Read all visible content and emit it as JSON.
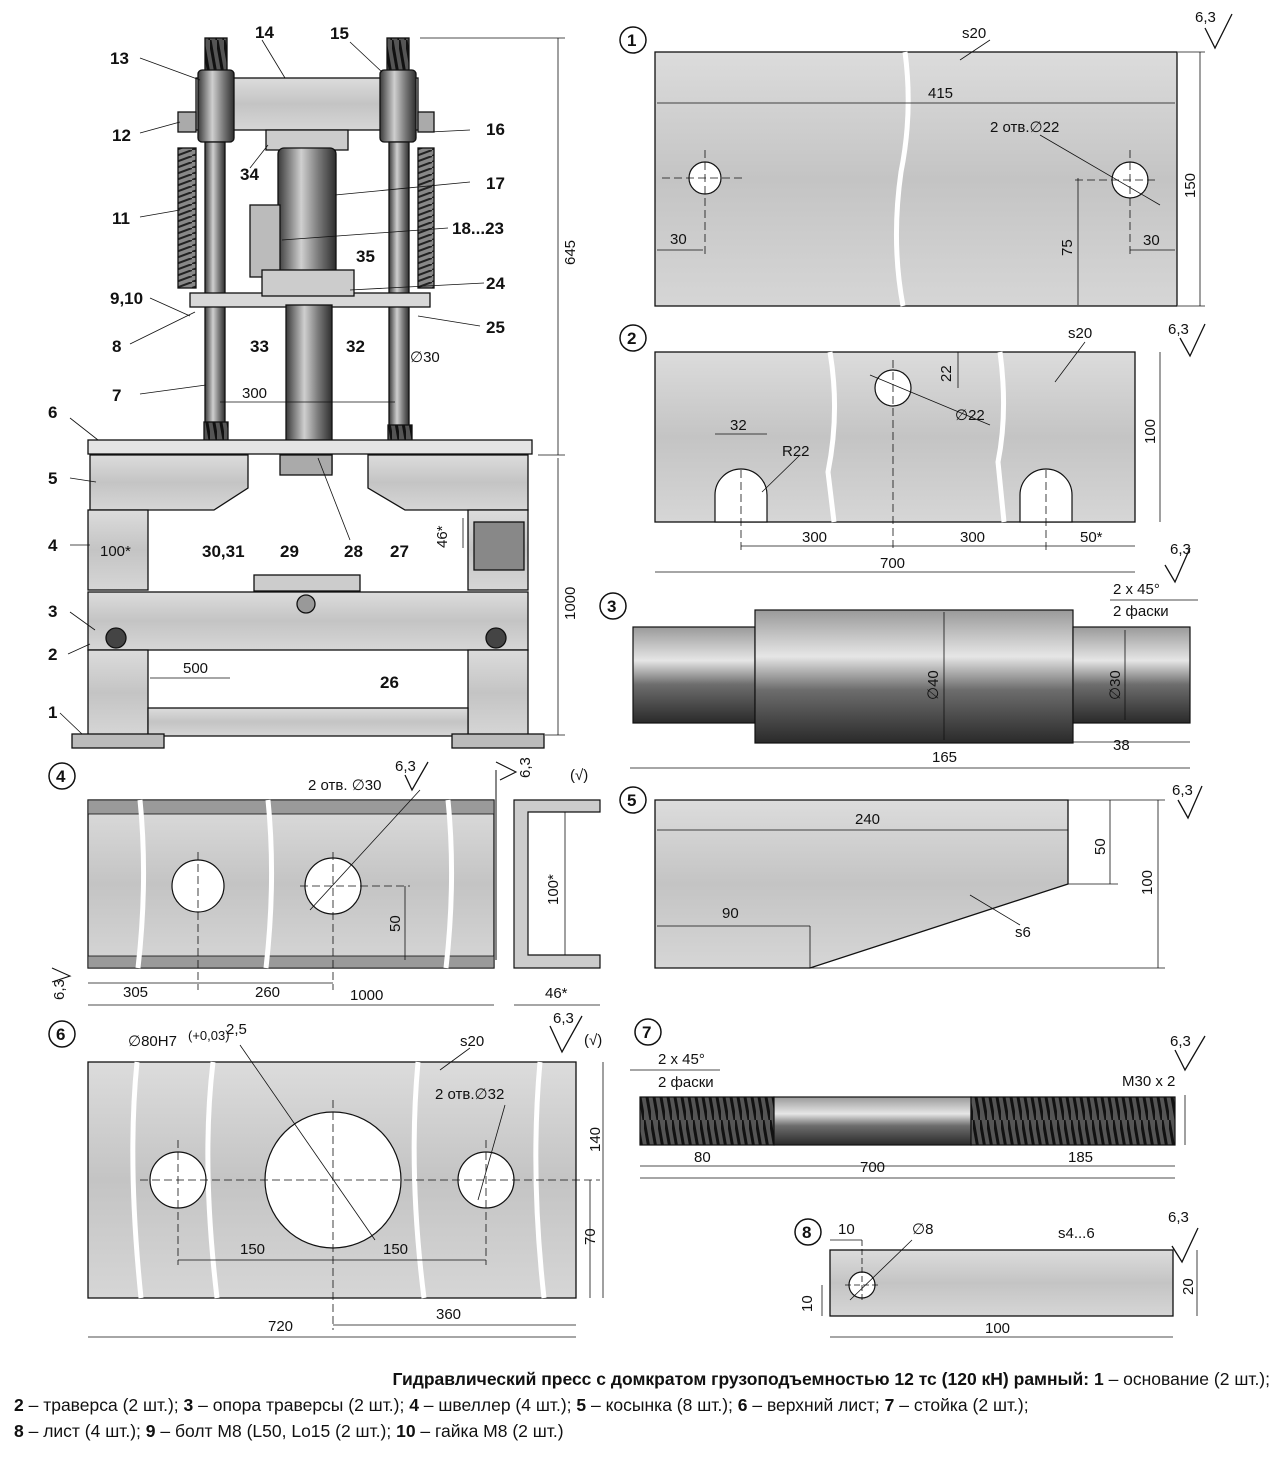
{
  "assembly": {
    "labels": [
      "13",
      "14",
      "15",
      "12",
      "16",
      "34",
      "17",
      "11",
      "18...23",
      "35",
      "24",
      "9,10",
      "25",
      "8",
      "33",
      "32",
      "7",
      "6",
      "5",
      "4",
      "30,31",
      "29",
      "28",
      "27",
      "3",
      "2",
      "26",
      "1"
    ],
    "dims": {
      "height_top": "645",
      "height_bottom": "1000",
      "span": "300",
      "rod_d": "∅30",
      "left_100": "100*",
      "h46": "46*",
      "len500": "500"
    }
  },
  "parts": {
    "p1": {
      "num": "1",
      "s": "s20",
      "rough": "6,3",
      "len": "415",
      "holes": "2 отв.∅22",
      "d30a": "30",
      "d75": "75",
      "d30b": "30",
      "h150": "150"
    },
    "p2": {
      "num": "2",
      "s": "s20",
      "rough": "6,3",
      "d32": "32",
      "r22": "R22",
      "d22": "22",
      "hole": "∅22",
      "h100": "100",
      "d300a": "300",
      "d300b": "300",
      "d50": "50*",
      "len700": "700"
    },
    "p3": {
      "num": "3",
      "rough": "6,3",
      "chamfer1": "2 x 45°",
      "chamfer2": "2 фаски",
      "d40": "∅40",
      "d30": "∅30",
      "len165": "165",
      "len38": "38"
    },
    "p4": {
      "num": "4",
      "rough": "6,3",
      "rough2": "6,3",
      "rough3": "6,3",
      "sym": "(√)",
      "holes": "2 отв. ∅30",
      "h50": "50",
      "h100": "100*",
      "d305": "305",
      "d260": "260",
      "len1000": "1000",
      "w46": "46*"
    },
    "p5": {
      "num": "5",
      "rough": "6,3",
      "len240": "240",
      "h50": "50",
      "h100": "100",
      "d90": "90",
      "s": "s6"
    },
    "p6": {
      "num": "6",
      "rough": "6,3",
      "sym": "(√)",
      "bore": "∅80H7",
      "tol": "(+0,03)",
      "r25": "2,5",
      "s": "s20",
      "holes": "2 отв.∅32",
      "h140": "140",
      "h70": "70",
      "d150a": "150",
      "d150b": "150",
      "len720": "720",
      "len360": "360"
    },
    "p7": {
      "num": "7",
      "rough": "6,3",
      "chamfer1": "2 x 45°",
      "chamfer2": "2 фаски",
      "thread": "M30 x 2",
      "len80": "80",
      "len700": "700",
      "len185": "185"
    },
    "p8": {
      "num": "8",
      "rough": "6,3",
      "d10a": "10",
      "hole": "∅8",
      "s": "s4...6",
      "h20": "20",
      "h10": "10",
      "len100": "100"
    }
  },
  "caption": {
    "title": "Гидравлический пресс с домкратом грузоподъемностью 12 тс (120 кН) рамный:",
    "items": [
      {
        "n": "1",
        "t": " – основание (2 шт.);"
      },
      {
        "n": "2",
        "t": " – траверса (2 шт.); "
      },
      {
        "n": "3",
        "t": " – опора траверсы (2 шт.); "
      },
      {
        "n": "4",
        "t": " – швеллер (4 шт.); "
      },
      {
        "n": "5",
        "t": " – косынка (8 шт.); "
      },
      {
        "n": "6",
        "t": " – верхний лист; "
      },
      {
        "n": "7",
        "t": " – стойка (2 шт.);"
      },
      {
        "n": "8",
        "t": " – лист (4 шт.); "
      },
      {
        "n": "9",
        "t": " – болт М8 (L50, Lo15 (2 шт.); "
      },
      {
        "n": "10",
        "t": " – гайка М8 (2 шт.)"
      }
    ]
  }
}
